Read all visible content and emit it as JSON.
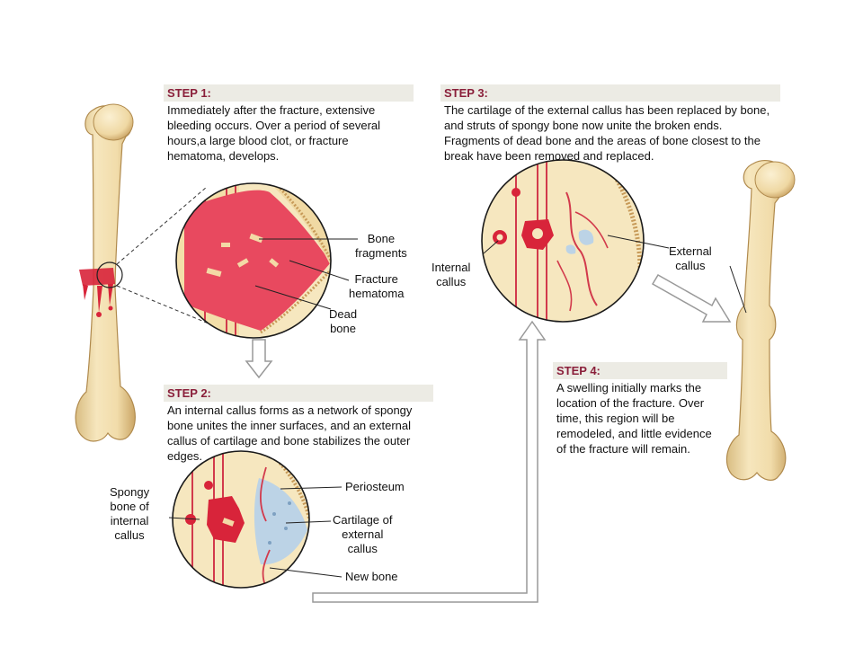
{
  "steps": [
    {
      "heading": "STEP 1:",
      "text": "Immediately after the fracture, extensive bleeding occurs. Over a period of several hours,a large blood clot, or fracture hematoma, develops."
    },
    {
      "heading": "STEP 2:",
      "text": "An internal callus forms as a network of spongy bone unites the inner surfaces, and an external callus of cartilage and bone stabilizes the outer edges."
    },
    {
      "heading": "STEP 3:",
      "text": "The cartilage of the external callus has been replaced by bone, and struts of spongy bone now unite the broken ends. Fragments of dead bone and the areas of bone closest to the break have been removed and replaced."
    },
    {
      "heading": "STEP 4:",
      "text": "A swelling initially marks the location of the fracture. Over time, this region will be remodeled, and little evidence of the fracture will remain."
    }
  ],
  "labels": {
    "bone_fragments": [
      "Bone",
      "fragments"
    ],
    "fracture_hematoma": [
      "Fracture",
      "hematoma"
    ],
    "dead_bone": [
      "Dead",
      "bone"
    ],
    "spongy_bone": [
      "Spongy",
      "bone of",
      "internal",
      "callus"
    ],
    "periosteum": [
      "Periosteum"
    ],
    "cartilage": [
      "Cartilage of",
      "external",
      "callus"
    ],
    "new_bone": [
      "New bone"
    ],
    "internal_callus": [
      "Internal",
      "callus"
    ],
    "external_callus": [
      "External",
      "callus"
    ]
  },
  "colors": {
    "bone": "#f2dfb0",
    "bone_shade": "#d8b979",
    "blood": "#d8243a",
    "hematoma": "#e8495f",
    "cartilage": "#bcd3e6",
    "step_heading": "#8a1f3a",
    "step_band": "#ecebe4"
  }
}
